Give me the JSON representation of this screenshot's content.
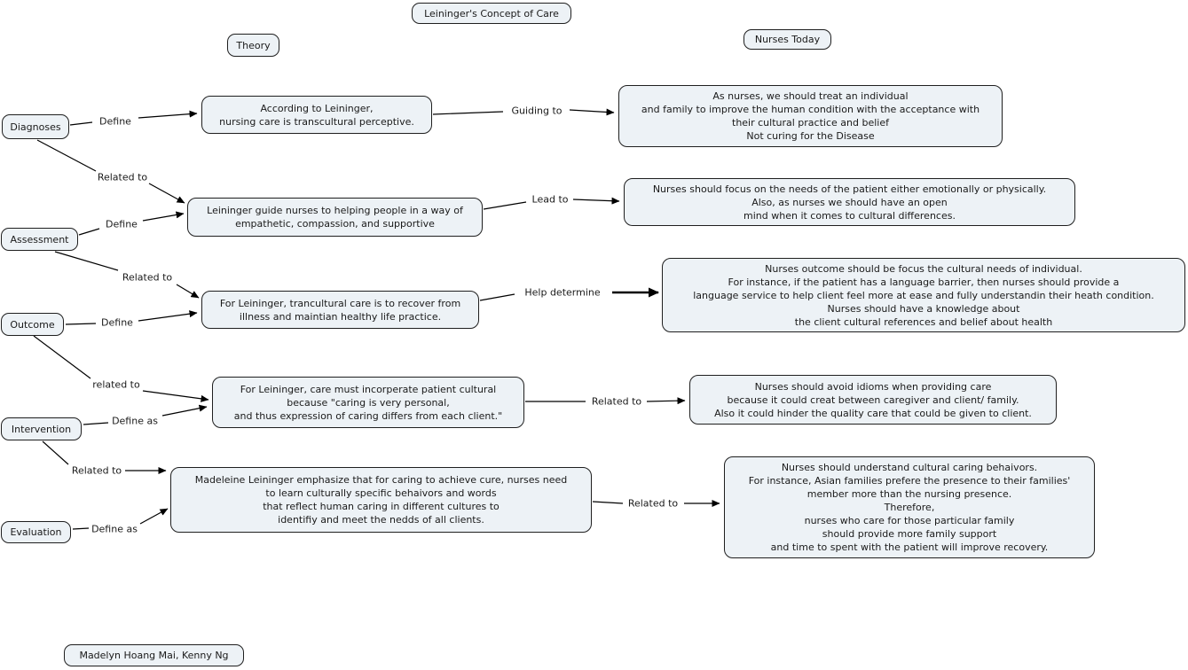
{
  "title": "Leininger's Concept of Care",
  "column_headers": {
    "theory": "Theory",
    "nurses_today": "Nurses Today"
  },
  "process_nodes": [
    {
      "label": "Diagnoses"
    },
    {
      "label": "Assessment"
    },
    {
      "label": "Outcome"
    },
    {
      "label": "Intervention"
    },
    {
      "label": "Evaluation"
    }
  ],
  "theory_nodes": [
    {
      "text": "According to Leininger,\nnursing care is transcultural perceptive."
    },
    {
      "text": "Leininger guide nurses to helping people in a way of\nempathetic, compassion, and supportive"
    },
    {
      "text": "For Leininger, trancultural care is to recover from\nillness and maintian healthy life practice."
    },
    {
      "text": "For Leininger, care must incorperate patient cultural\nbecause \"caring is very personal,\nand thus expression of caring differs from each client.\""
    },
    {
      "text": "Madeleine Leininger emphasize that for caring to achieve cure, nurses need\nto learn culturally specific behaivors and words\nthat reflect human caring in different cultures to\nidentifiy and meet the nedds of all clients."
    }
  ],
  "nurses_today_nodes": [
    {
      "text": "As nurses, we should treat an individual\nand family to improve the human condition with the acceptance with\ntheir cultural practice and belief\nNot curing for the Disease"
    },
    {
      "text": "Nurses should focus on the needs of the patient either emotionally or physically.\nAlso, as nurses we should have an open\nmind when it comes to cultural differences."
    },
    {
      "text": "Nurses outcome should be focus  the cultural needs of individual.\nFor instance, if the patient has a language barrier, then nurses should provide a\nlanguage service to help client feel more at ease and fully understandin their heath condition.\nNurses should have a knowledge about\nthe client cultural references and belief about health"
    },
    {
      "text": "Nurses should avoid idioms when providing care\nbecause it could creat between caregiver and client/ family.\nAlso it could hinder the quality care that could be given to client."
    },
    {
      "text": "Nurses should understand cultural caring behaivors.\nFor instance, Asian families prefere the presence to their families'\nmember more than the nursing presence.\nTherefore,\nnurses who care for those particular family\nshould provide more family support\nand time to spent with the patient will improve recovery."
    }
  ],
  "edges": [
    {
      "from": "Diagnoses",
      "to": "theory-1",
      "label": "Define"
    },
    {
      "from": "Diagnoses",
      "to": "theory-2",
      "label": "Related to"
    },
    {
      "from": "Assessment",
      "to": "theory-2",
      "label": "Define"
    },
    {
      "from": "Assessment",
      "to": "theory-3",
      "label": "Related to"
    },
    {
      "from": "Outcome",
      "to": "theory-3",
      "label": "Define"
    },
    {
      "from": "Outcome",
      "to": "theory-4",
      "label": "related to"
    },
    {
      "from": "Intervention",
      "to": "theory-4",
      "label": "Define as"
    },
    {
      "from": "Intervention",
      "to": "theory-5",
      "label": "Related to"
    },
    {
      "from": "Evaluation",
      "to": "theory-5",
      "label": "Define as"
    },
    {
      "from": "theory-1",
      "to": "nurses-1",
      "label": "Guiding to"
    },
    {
      "from": "theory-2",
      "to": "nurses-2",
      "label": "Lead to"
    },
    {
      "from": "theory-3",
      "to": "nurses-3",
      "label": "Help determine"
    },
    {
      "from": "theory-4",
      "to": "nurses-4",
      "label": "Related to"
    },
    {
      "from": "theory-5",
      "to": "nurses-5",
      "label": "Related to"
    }
  ],
  "authors": "Madelyn Hoang Mai, Kenny Ng",
  "colors": {
    "node_fill": "#edf2f6",
    "node_border": "#1f1f1f",
    "connector": "#000000",
    "background": "#ffffff"
  }
}
